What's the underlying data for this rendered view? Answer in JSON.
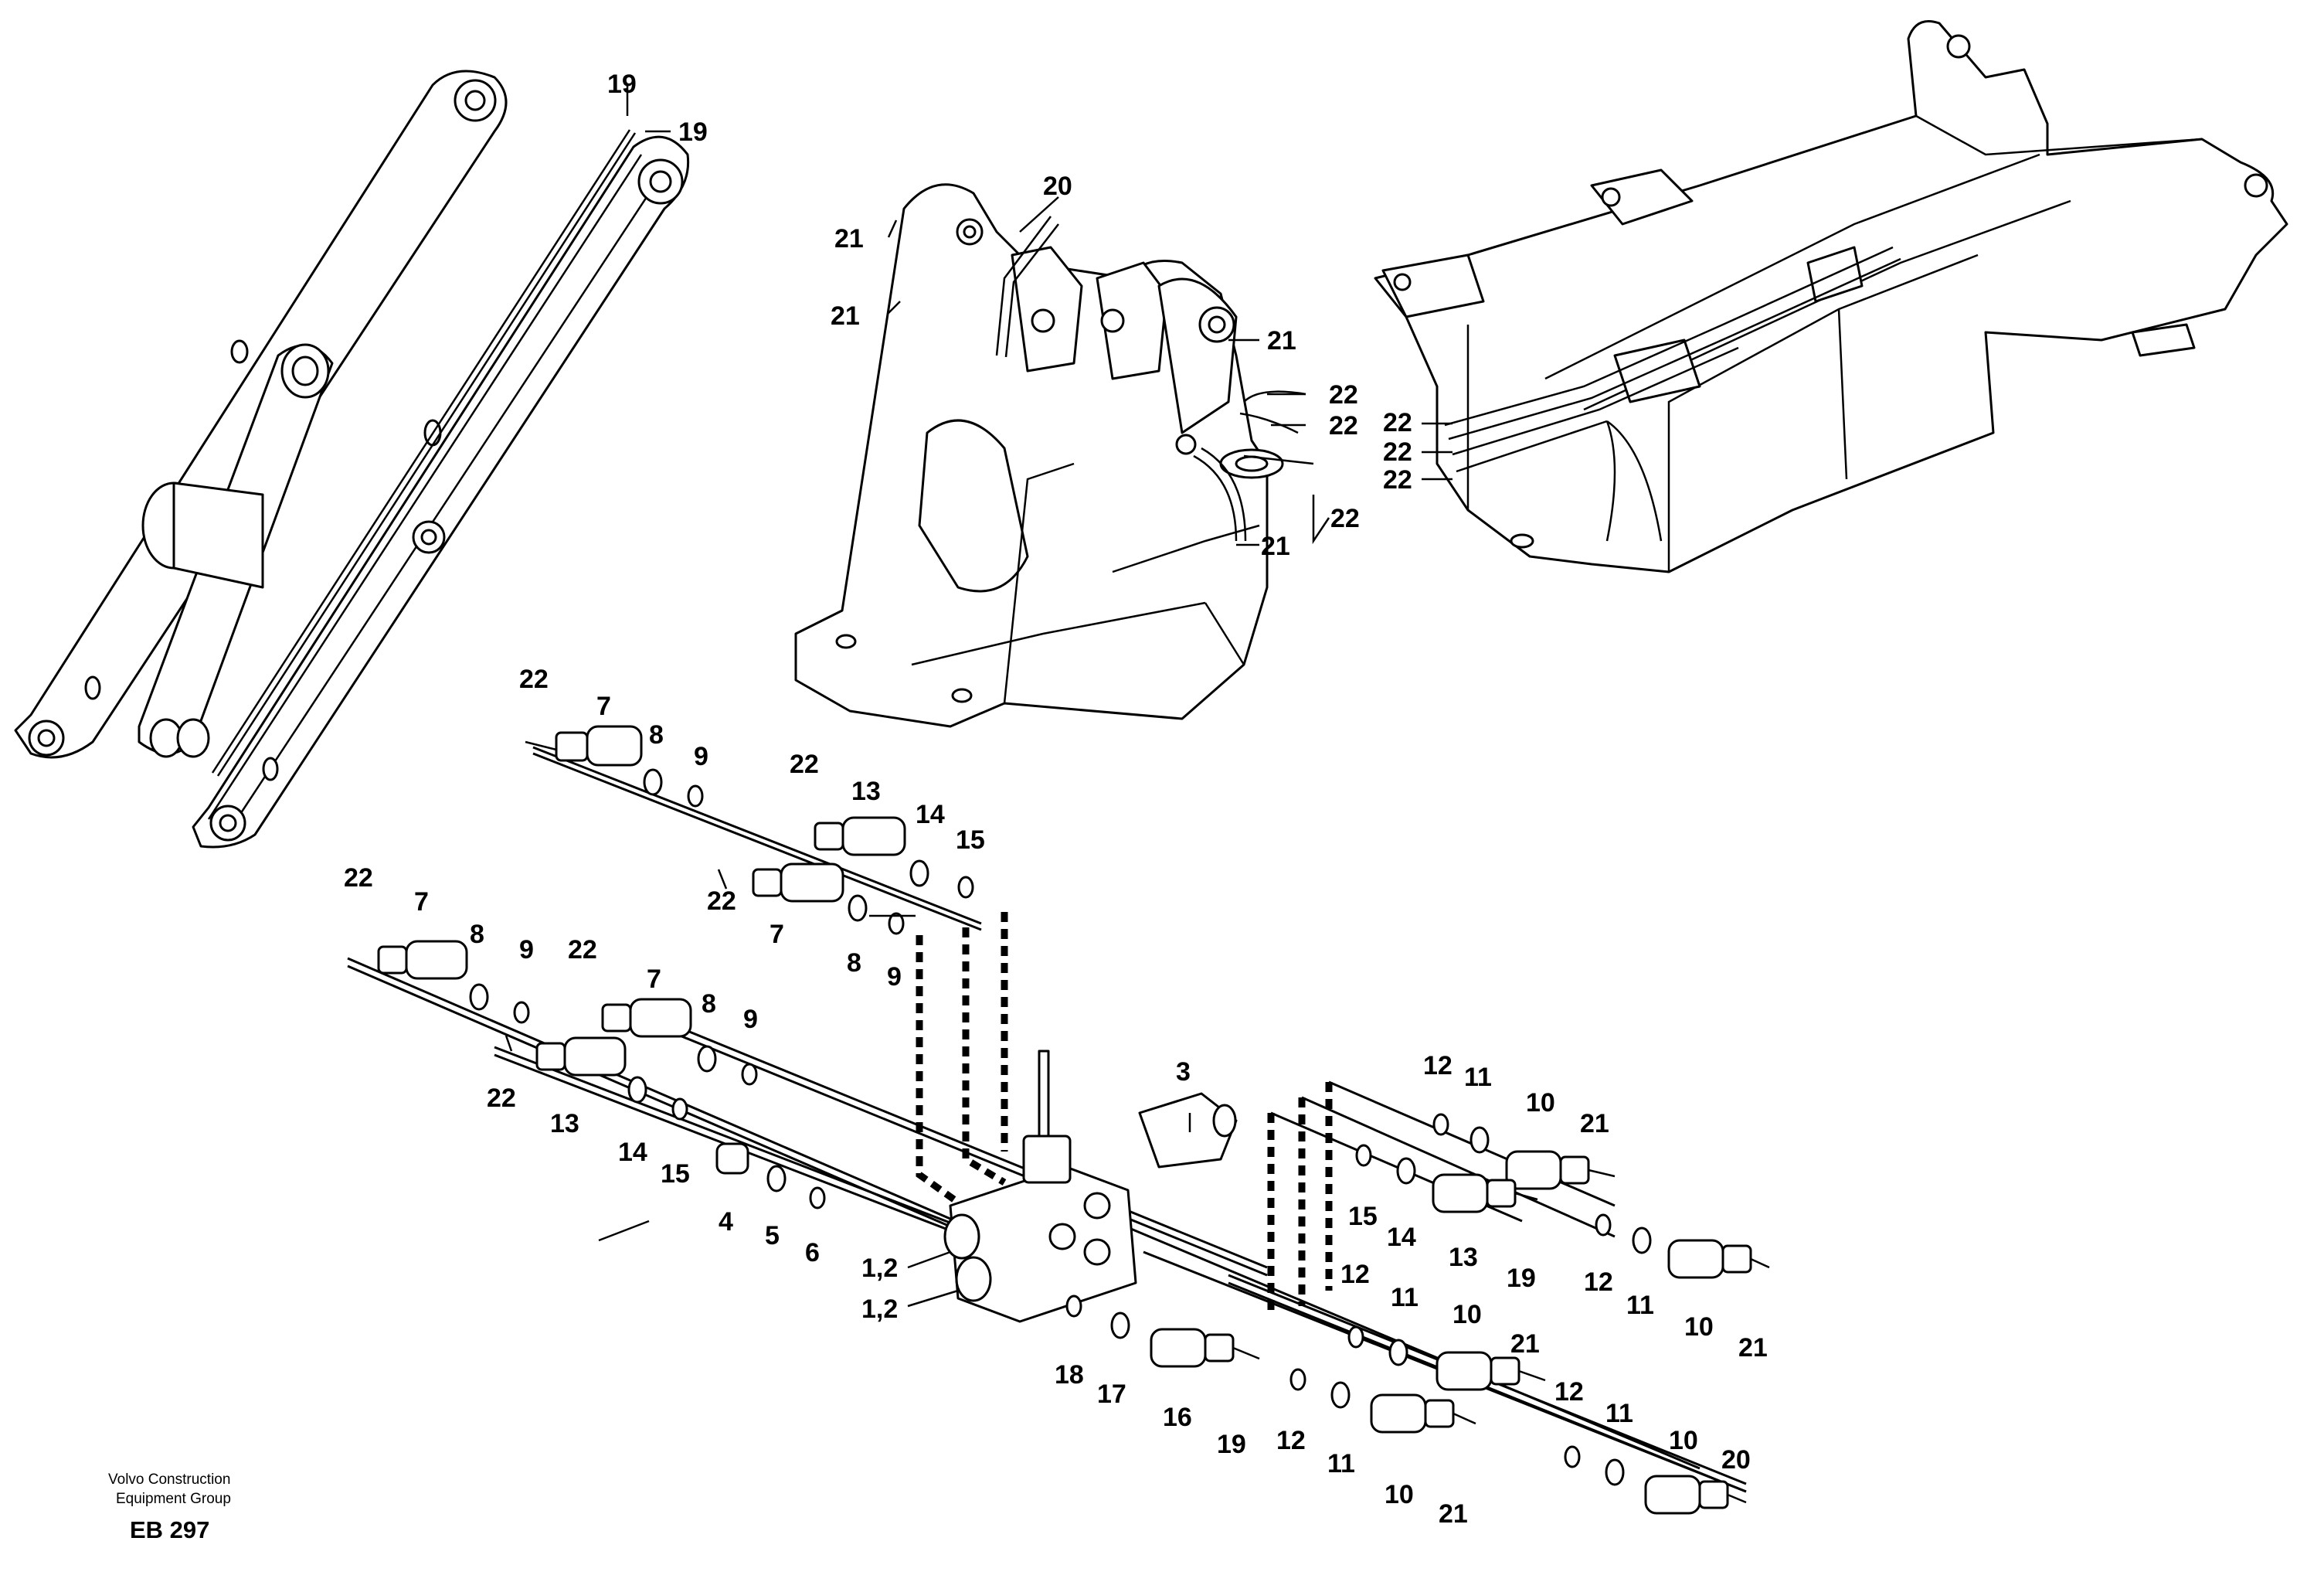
{
  "callouts": {
    "boom_19a": "19",
    "boom_19b": "19",
    "frame_20": "20",
    "frame_21a": "21",
    "frame_21b": "21",
    "frame_21c": "21",
    "frame_21d": "21",
    "frame_22a": "22",
    "frame_22b": "22",
    "frame_22c": "22",
    "rear_22a": "22",
    "rear_22b": "22",
    "rear_22c": "22",
    "h1_22": "22",
    "h1_7": "7",
    "h1_8": "8",
    "h1_9": "9",
    "h2_22": "22",
    "h2_13": "13",
    "h2_14": "14",
    "h2_15": "15",
    "h3_22": "22",
    "h3_7": "7",
    "h3_8": "8",
    "h3_9": "9",
    "h4_22": "22",
    "h4_7": "7",
    "h4_8": "8",
    "h4_9": "9",
    "h5_22": "22",
    "h5_7": "7",
    "h5_8": "8",
    "h5_9": "9",
    "h6_22": "22",
    "h6_13": "13",
    "h6_14": "14",
    "h6_15": "15",
    "plug_4": "4",
    "plug_5": "5",
    "plug_6": "6",
    "block_12a": "1,2",
    "block_12b": "1,2",
    "tee_3": "3",
    "r1_12": "12",
    "r1_11": "11",
    "r1_10": "10",
    "r1_21": "21",
    "r2_15": "15",
    "r2_14": "14",
    "r2_13": "13",
    "r2_19": "19",
    "r3_12": "12",
    "r3_11": "11",
    "r3_10": "10",
    "r3_21": "21",
    "r4_12": "12",
    "r4_11": "11",
    "r4_10": "10",
    "r4_21": "21",
    "r5_18": "18",
    "r5_17": "17",
    "r5_16": "16",
    "r5_19": "19",
    "r6_12": "12",
    "r6_11": "11",
    "r6_10": "10",
    "r6_21": "21",
    "r7_12": "12",
    "r7_11": "11",
    "r7_10": "10",
    "r7_20": "20"
  },
  "footer": {
    "company_line1": "Volvo Construction",
    "company_line2": "Equipment Group",
    "code": "EB 297"
  }
}
